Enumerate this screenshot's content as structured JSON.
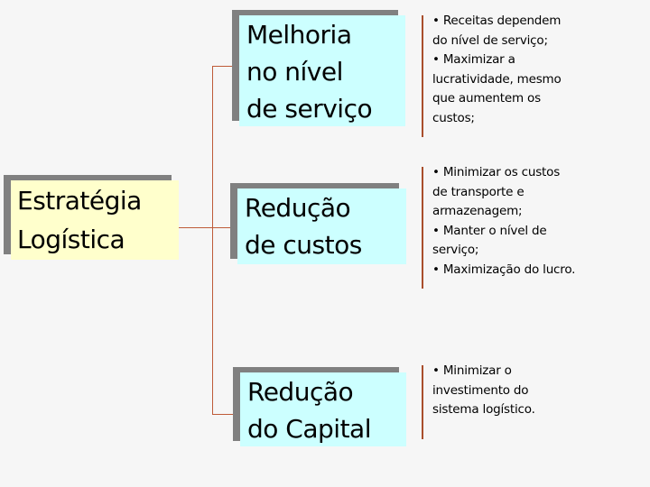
{
  "slide": {
    "background_color": "#F6F6F6",
    "shadow_color": "#808080",
    "connector_color": "#BE5B38",
    "root_box": {
      "fill": "#FFFFCC",
      "lines": [
        "Estratégia",
        "Logística"
      ]
    },
    "branches": [
      {
        "box": {
          "fill": "#CCFFFF",
          "lines": [
            "Melhoria",
            "no nível",
            "de serviço"
          ]
        },
        "notes": {
          "lines": [
            "• Receitas dependem",
            "do nível de serviço;",
            "• Maximizar a",
            "lucratividade, mesmo",
            "que aumentem os",
            "custos;"
          ]
        }
      },
      {
        "box": {
          "fill": "#CCFFFF",
          "lines": [
            "Redução",
            "de custos"
          ]
        },
        "notes": {
          "lines": [
            "• Minimizar os custos",
            "de transporte e",
            "armazenagem;",
            "• Manter o nível de",
            "serviço;",
            "• Maximização do lucro."
          ]
        }
      },
      {
        "box": {
          "fill": "#CCFFFF",
          "lines": [
            "Redução",
            "do Capital"
          ]
        },
        "notes": {
          "lines": [
            "• Minimizar o",
            "investimento do",
            "sistema logístico."
          ]
        }
      }
    ]
  }
}
